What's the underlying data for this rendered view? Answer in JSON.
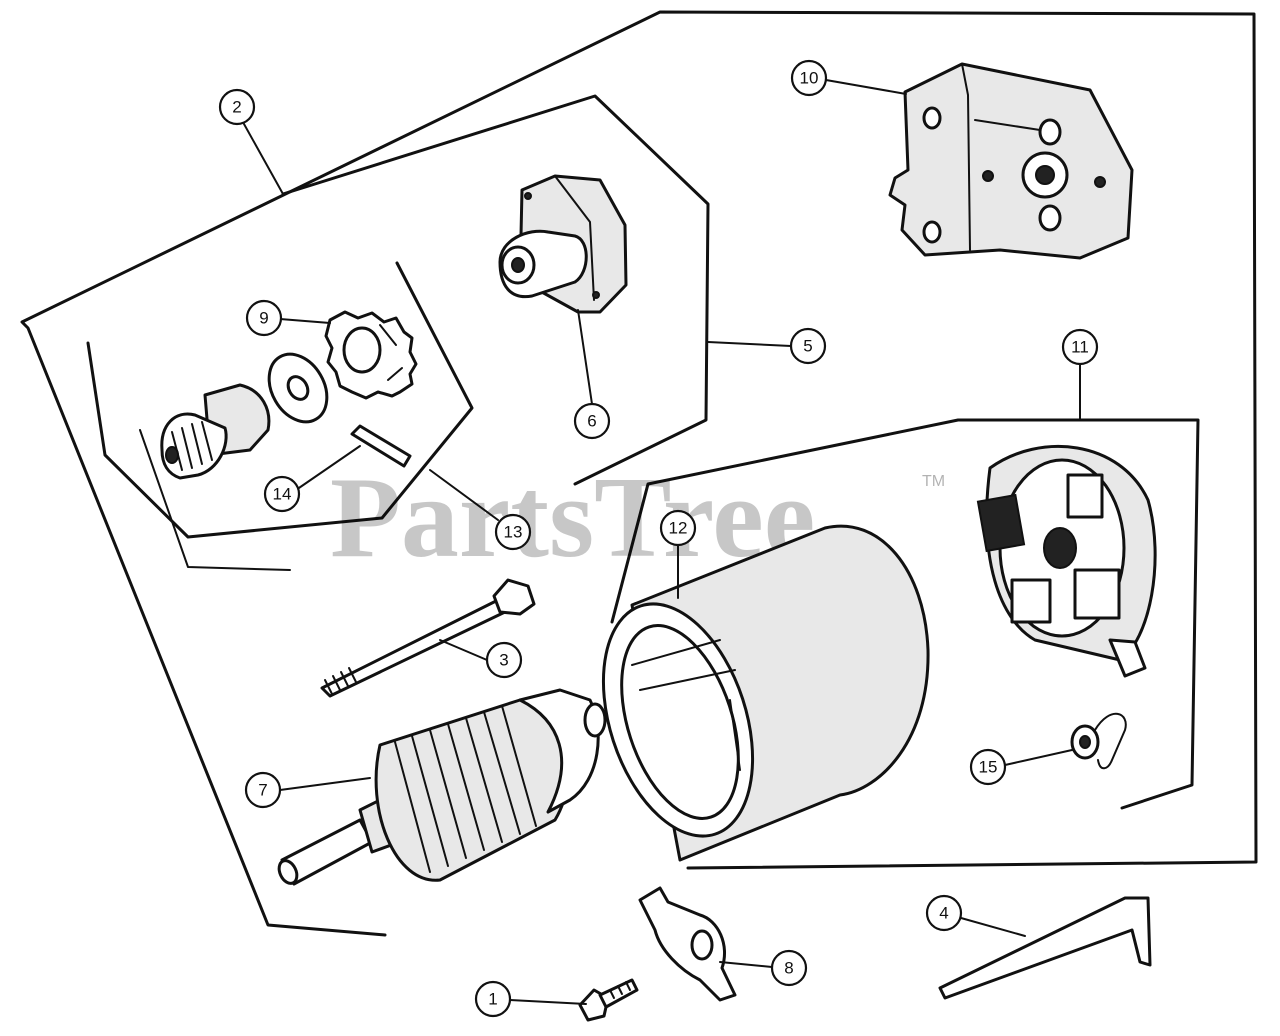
{
  "watermark": {
    "text": "PartsTree",
    "trademark": "TM"
  },
  "callouts": [
    {
      "id": "c1",
      "label": "1"
    },
    {
      "id": "c2",
      "label": "2"
    },
    {
      "id": "c3",
      "label": "3"
    },
    {
      "id": "c4",
      "label": "4"
    },
    {
      "id": "c5",
      "label": "5"
    },
    {
      "id": "c6",
      "label": "6"
    },
    {
      "id": "c7",
      "label": "7"
    },
    {
      "id": "c8",
      "label": "8"
    },
    {
      "id": "c9",
      "label": "9"
    },
    {
      "id": "c10",
      "label": "10"
    },
    {
      "id": "c11",
      "label": "11"
    },
    {
      "id": "c12",
      "label": "12"
    },
    {
      "id": "c13",
      "label": "13"
    },
    {
      "id": "c14",
      "label": "14"
    },
    {
      "id": "c15",
      "label": "15"
    }
  ]
}
